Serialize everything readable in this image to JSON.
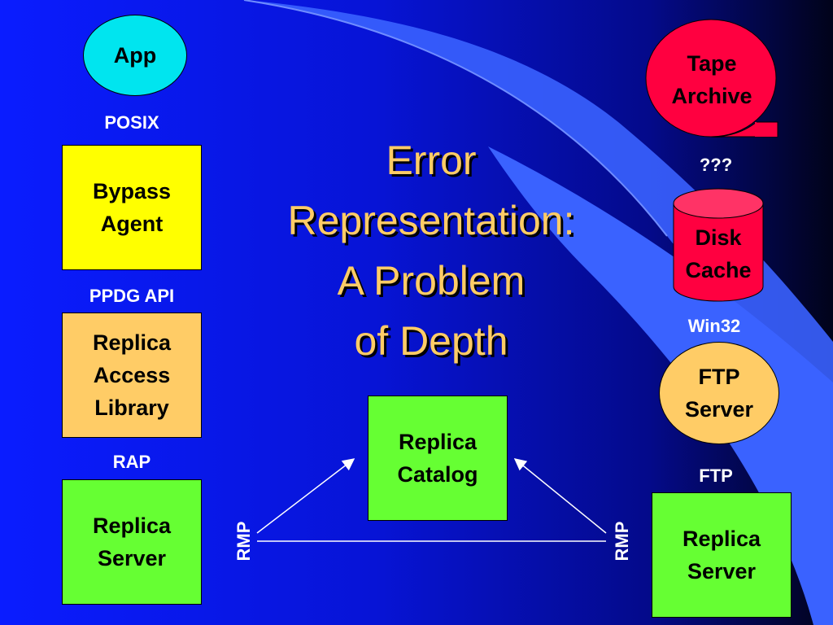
{
  "title": "Error\nRepresentation:\nA Problem\nof Depth",
  "left_stack": {
    "app": "App",
    "posix_label": "POSIX",
    "bypass_agent": "Bypass\nAgent",
    "ppdg_api_label": "PPDG API",
    "replica_access_library": "Replica\nAccess\nLibrary",
    "rap_label": "RAP",
    "replica_server": "Replica\nServer"
  },
  "right_stack": {
    "tape_archive": "Tape\nArchive",
    "unknown_label": "???",
    "disk_cache": "Disk\nCache",
    "win32_label": "Win32",
    "ftp_server": "FTP\nServer",
    "ftp_label": "FTP",
    "replica_server": "Replica\nServer"
  },
  "center": {
    "replica_catalog": "Replica\nCatalog",
    "rmp_left": "RMP",
    "rmp_right": "RMP"
  },
  "colors": {
    "cyan": "#00e5ef",
    "yellow": "#ffff00",
    "orange": "#ffcc66",
    "green": "#66ff33",
    "red": "#ff0040",
    "title": "#ffcc66"
  }
}
